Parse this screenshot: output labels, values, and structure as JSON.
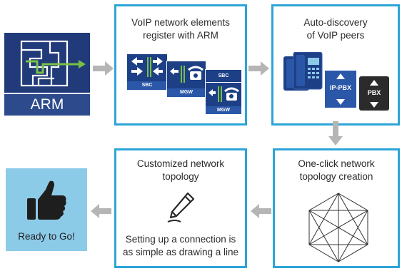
{
  "arm": {
    "label": "ARM"
  },
  "step1": {
    "title_line1": "VoIP network elements",
    "title_line2": "register with ARM",
    "sbc": "SBC",
    "mgw": "MGW"
  },
  "step2": {
    "title_line1": "Auto-discovery",
    "title_line2": "of VoIP peers",
    "ippbx": "IP-PBX",
    "pbx": "PBX"
  },
  "step3": {
    "title_line1": "One-click network",
    "title_line2": "topology creation"
  },
  "step4": {
    "title_line1": "Customized network",
    "title_line2": "topology",
    "desc_line1": "Setting up a connection is",
    "desc_line2": "as simple as drawing a line"
  },
  "ready": {
    "label": "Ready to Go!"
  },
  "colors": {
    "accent": "#2ca5d8",
    "arm_dark": "#213a7a",
    "arm_bottom": "#2c4a8c",
    "arrow": "#b5b5b5",
    "ready_bg": "#8ccbe8",
    "device_blue": "#1d3f86"
  }
}
